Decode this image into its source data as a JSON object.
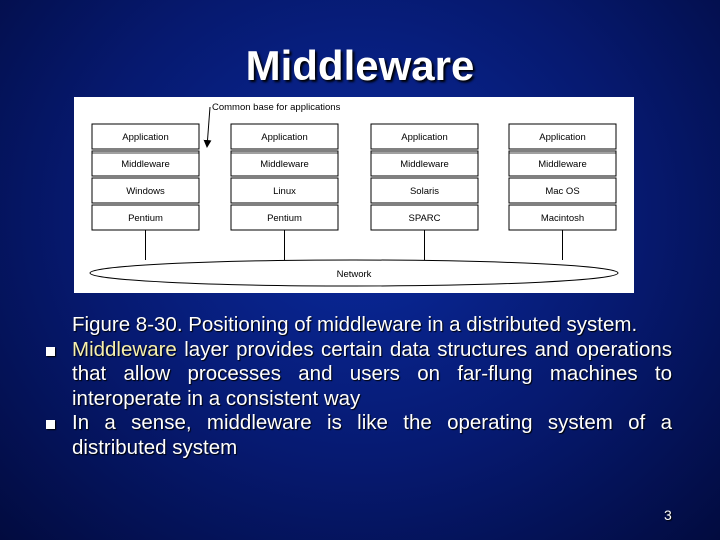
{
  "slide": {
    "title": "Middleware",
    "page_number": "3"
  },
  "diagram": {
    "top_label": "Common base for applications",
    "network_label": "Network",
    "columns": [
      {
        "application": "Application",
        "middleware": "Middleware",
        "os": "Windows",
        "hardware": "Pentium"
      },
      {
        "application": "Application",
        "middleware": "Middleware",
        "os": "Linux",
        "hardware": "Pentium"
      },
      {
        "application": "Application",
        "middleware": "Middleware",
        "os": "Solaris",
        "hardware": "SPARC"
      },
      {
        "application": "Application",
        "middleware": "Middleware",
        "os": "Mac OS",
        "hardware": "Macintosh"
      }
    ]
  },
  "text": {
    "caption": "Figure 8-30. Positioning of middleware in a distributed system.",
    "bullet1_highlight": "Middleware",
    "bullet1_rest": " layer provides certain data structures and operations that allow processes and users on far-flung machines to interoperate in a consistent way",
    "bullet2": "In a sense, middleware is like the operating system of a distributed system"
  },
  "colors": {
    "background": "#06196f",
    "text": "#ffffff",
    "highlight": "#f6f0b0"
  }
}
